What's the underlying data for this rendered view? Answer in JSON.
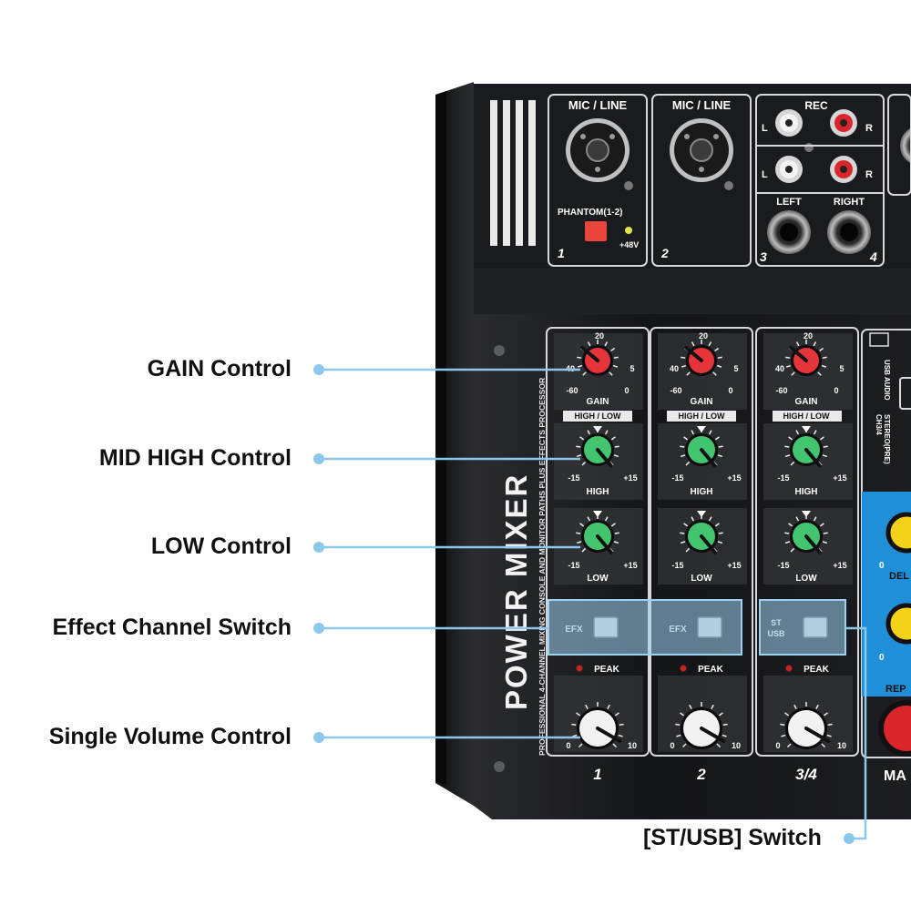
{
  "callouts": {
    "gain": "GAIN Control",
    "mid_high": "MID HIGH Control",
    "low": "LOW Control",
    "effect_switch": "Effect Channel Switch",
    "single_volume": "Single Volume Control",
    "st_usb": "[ST/USB] Switch"
  },
  "mixer": {
    "side_title": "POWER MIXER",
    "side_subtitle": "PROFESSIONAL 4-CHANNEL MIXING CONSOLE AND MONITOR PATHS PLUS EFFECTS PROCESSOR",
    "top": {
      "mic_line_1": "MIC / LINE",
      "mic_line_2": "MIC / LINE",
      "phantom": "PHANTOM(1-2)",
      "plus48v": "+48V",
      "rec": "REC",
      "left": "LEFT",
      "right": "RIGHT",
      "l": "L",
      "r": "R",
      "num1": "1",
      "num2": "2",
      "num3": "3",
      "num4": "4"
    },
    "channel_labels": {
      "gain": "GAIN",
      "high_low": "HIGH / LOW",
      "high": "HIGH",
      "low": "LOW",
      "efx": "EFX",
      "peak": "PEAK",
      "st": "ST",
      "usb": "USB",
      "tick_20": "20",
      "tick_40": "40",
      "tick_5": "5",
      "tick_m60": "-60",
      "tick_0": "0",
      "tick_m15": "-15",
      "tick_p15": "+15",
      "tick_10": "10"
    },
    "channel_numbers": [
      "1",
      "2",
      "3/4"
    ],
    "right_panel": {
      "usb_audio": "USB AUDIO",
      "ch34": "CH3/4",
      "stereo_pre": "STEREO(PRE)",
      "del": "DEL",
      "rep": "REP",
      "ma": "MA"
    }
  },
  "colors": {
    "callout_line": "#8cc8ec",
    "callout_dot": "#8cc8ec",
    "highlight_fill": "#9fd2f2",
    "gain_knob": "#e5353a",
    "eq_knob": "#43c46e",
    "vol_knob": "#f2f2f2",
    "panel_blue": "#1e8fd8",
    "body_dark": "#1b1c1f"
  }
}
